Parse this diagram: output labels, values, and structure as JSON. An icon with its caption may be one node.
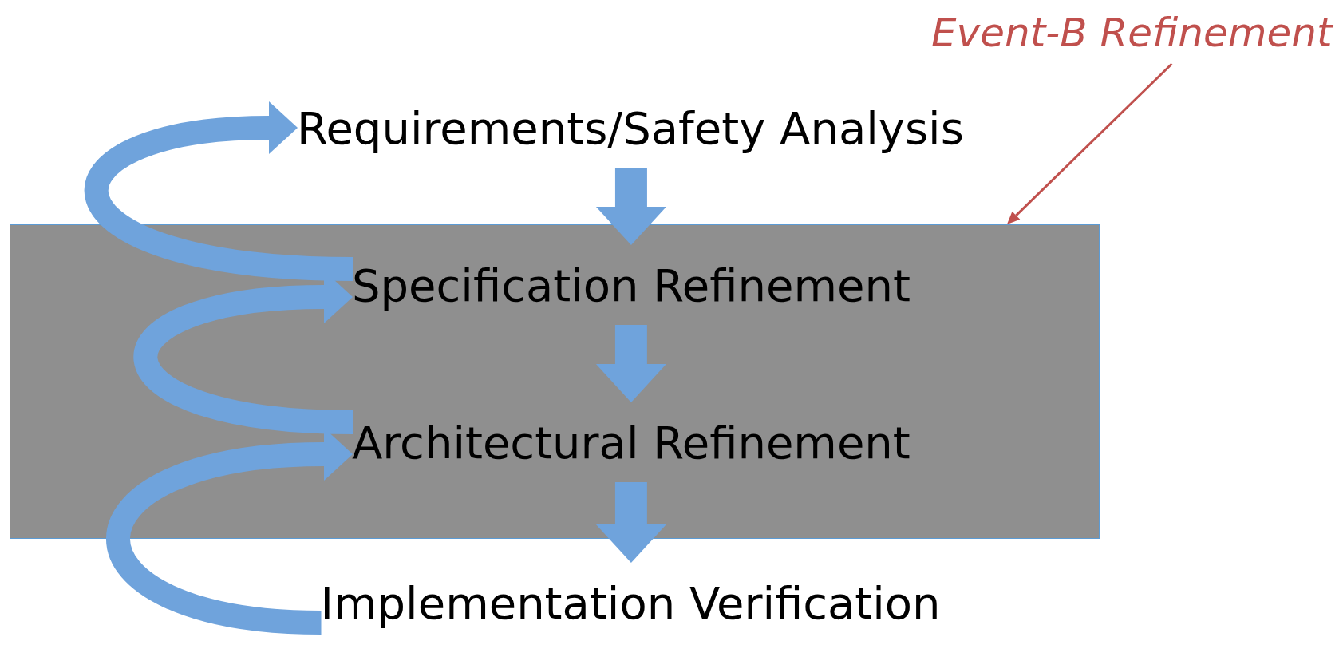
{
  "diagram": {
    "nodes": [
      {
        "text": [
          "Event-B Refinement"
        ]
      },
      {
        "text": [
          "Requirements/Safety Analysis"
        ]
      },
      {
        "text": [],
        "shape": "box"
      },
      {
        "text": [
          "Specification Refinement"
        ],
        "in": 2
      },
      {
        "text": [
          "Architectural Refinement"
        ],
        "in": 2
      },
      {
        "text": [
          "Implementation Verification"
        ]
      }
    ],
    "edges": [
      {
        "from": 0,
        "to": 2,
        "arrow": "to",
        "color": "#c0504d"
      },
      {
        "from": 1,
        "to": 3,
        "arrow": "to"
      },
      {
        "from": 3,
        "to": 4,
        "arrow": "to"
      },
      {
        "from": 4,
        "to": 5,
        "arrow": "to"
      },
      {
        "from": 3,
        "to": 1,
        "arrow": "to"
      },
      {
        "from": 4,
        "to": 3,
        "arrow": "to"
      },
      {
        "from": 5,
        "to": 4,
        "arrow": "to"
      }
    ]
  }
}
